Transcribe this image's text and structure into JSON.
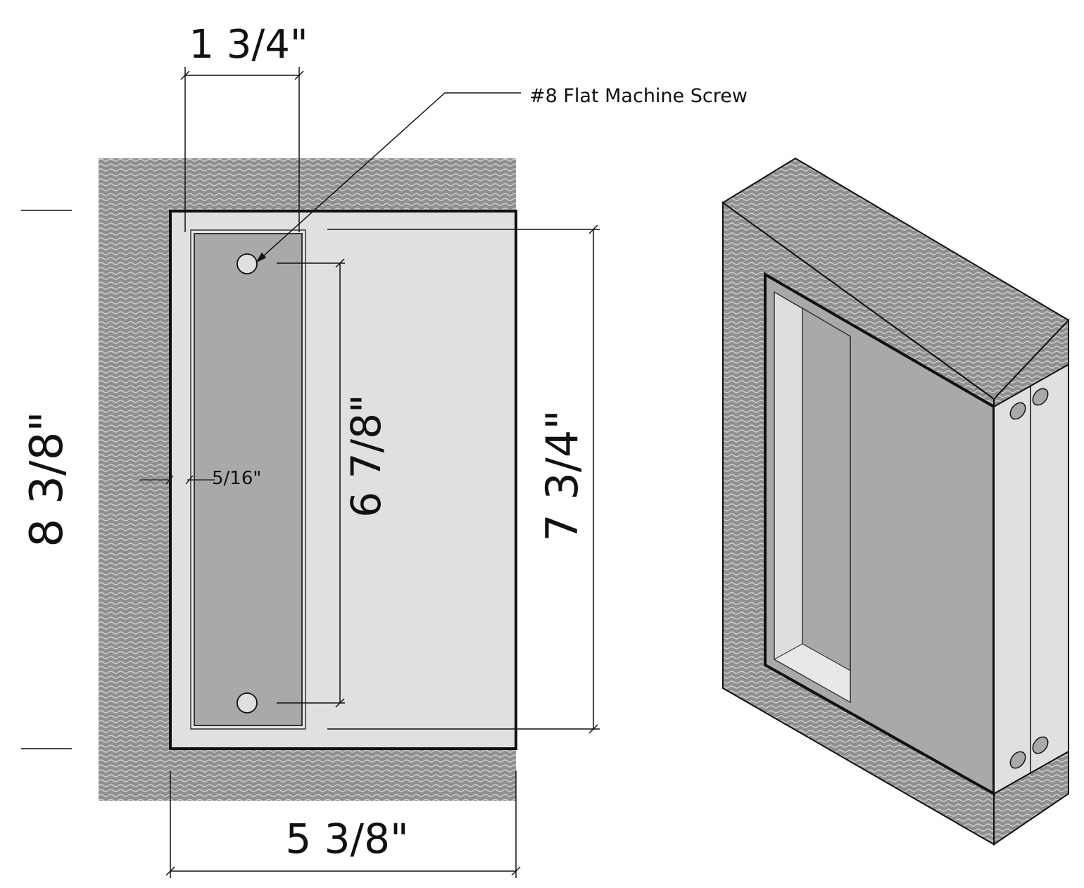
{
  "diagram": {
    "colors": {
      "wall": "#8f8f8f",
      "wall_wave": "#c9c9c9",
      "plate": "#e0e0e0",
      "strike": "#a9a9a9",
      "line": "#111111",
      "pocket": "#e8e8e8"
    },
    "labels": {
      "face_width": "1 3/4\"",
      "screw_note": "#8 Flat Machine Screw",
      "overall_height": "8 3/8\"",
      "setback": "5/16\"",
      "screw_spacing": "6 7/8\"",
      "plate_height": "7 3/4\"",
      "overall_width": "5 3/8\""
    }
  }
}
